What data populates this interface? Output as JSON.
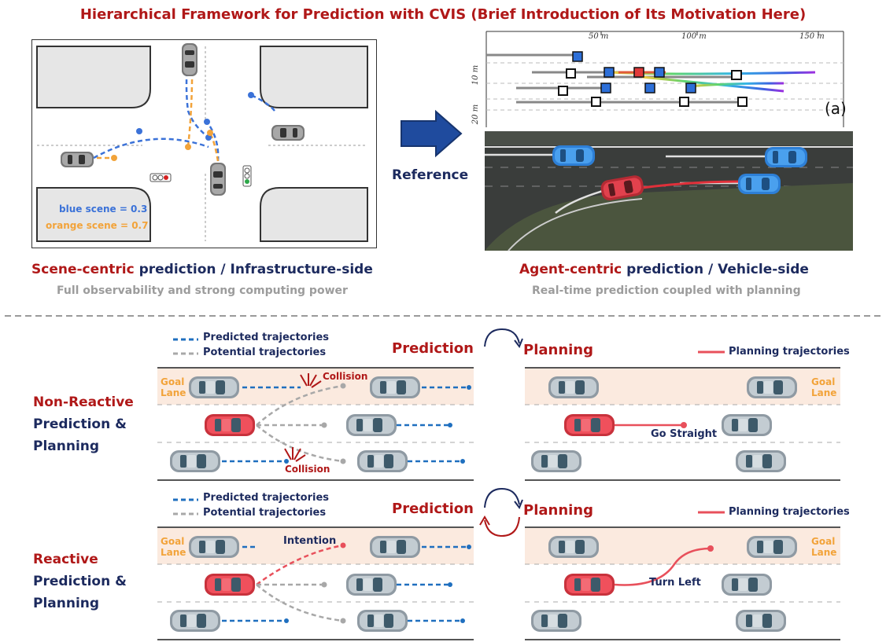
{
  "title": "Hierarchical Framework for Prediction with CVIS (Brief Introduction of Its Motivation Here)",
  "left_panel": {
    "blue_scene": "blue scene = 0.3",
    "orange_scene": "orange scene = 0.7",
    "heading_red": "Scene-centric",
    "heading_rest": " prediction / Infrastructure-side",
    "subtitle": "Full observability and strong computing power"
  },
  "reference_label": "Reference",
  "right_panel": {
    "ticks_x": [
      "50 m",
      "100 m",
      "150 m"
    ],
    "ticks_y": [
      "10 m",
      "20 m"
    ],
    "panel_tag": "(a)",
    "heading_red": "Agent-centric",
    "heading_rest": " prediction / Vehicle-side",
    "subtitle": "Real-time prediction coupled with planning"
  },
  "rows": [
    {
      "label_red": "Non-Reactive",
      "label_line2": "Prediction &",
      "label_line3": "Planning",
      "legend_predicted": "Predicted trajectories",
      "legend_potential": "Potential trajectories",
      "prediction_label": "Prediction",
      "planning_label": "Planning",
      "planning_legend": "Planning trajectories",
      "goal_lane_left": [
        "Goal",
        "Lane"
      ],
      "goal_lane_right": [
        "Goal",
        "Lane"
      ],
      "collision_top": "Collision",
      "collision_bottom": "Collision",
      "action": "Go Straight"
    },
    {
      "label_red": "Reactive",
      "label_line2": "Prediction &",
      "label_line3": "Planning",
      "legend_predicted": "Predicted trajectories",
      "legend_potential": "Potential trajectories",
      "prediction_label": "Prediction",
      "planning_label": "Planning",
      "planning_legend": "Planning trajectories",
      "goal_lane_left": [
        "Goal",
        "Lane"
      ],
      "goal_lane_right": [
        "Goal",
        "Lane"
      ],
      "intention": "Intention",
      "action": "Turn Left"
    }
  ],
  "colors": {
    "accent_red": "#b01818",
    "navy": "#1c2a5e",
    "blue_traj": "#1f6fbf",
    "orange_traj": "#f2a33a",
    "plan_red": "#e8505b",
    "goal_lane_bg": "#fbeadf"
  }
}
